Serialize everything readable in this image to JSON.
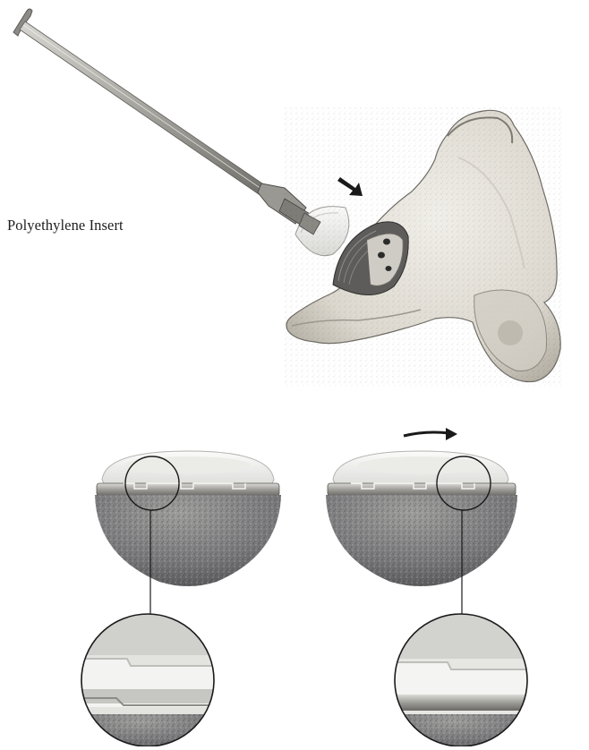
{
  "labels": {
    "insert": "Polyethylene Insert"
  },
  "figure": {
    "top_panel": {
      "components": [
        "inserter-tool",
        "polyethylene-insert",
        "acetabular-shell",
        "pelvis-bone"
      ],
      "arrow": "insertion-direction-arrow"
    },
    "bottom_panel": {
      "components": [
        "cup-assembly-unseated",
        "cup-assembly-seated",
        "magnified-detail-left",
        "magnified-detail-right"
      ],
      "arrow": "rotation-arrow"
    }
  },
  "colors": {
    "bone": "#e6e3dc",
    "bone_shadow": "#b9b5ab",
    "metal": "#a9a7a1",
    "metal_dark": "#6e6c67",
    "porous_coat": "#8a8a88",
    "insert": "#f2f2f0",
    "ink": "#1a1a1a"
  }
}
